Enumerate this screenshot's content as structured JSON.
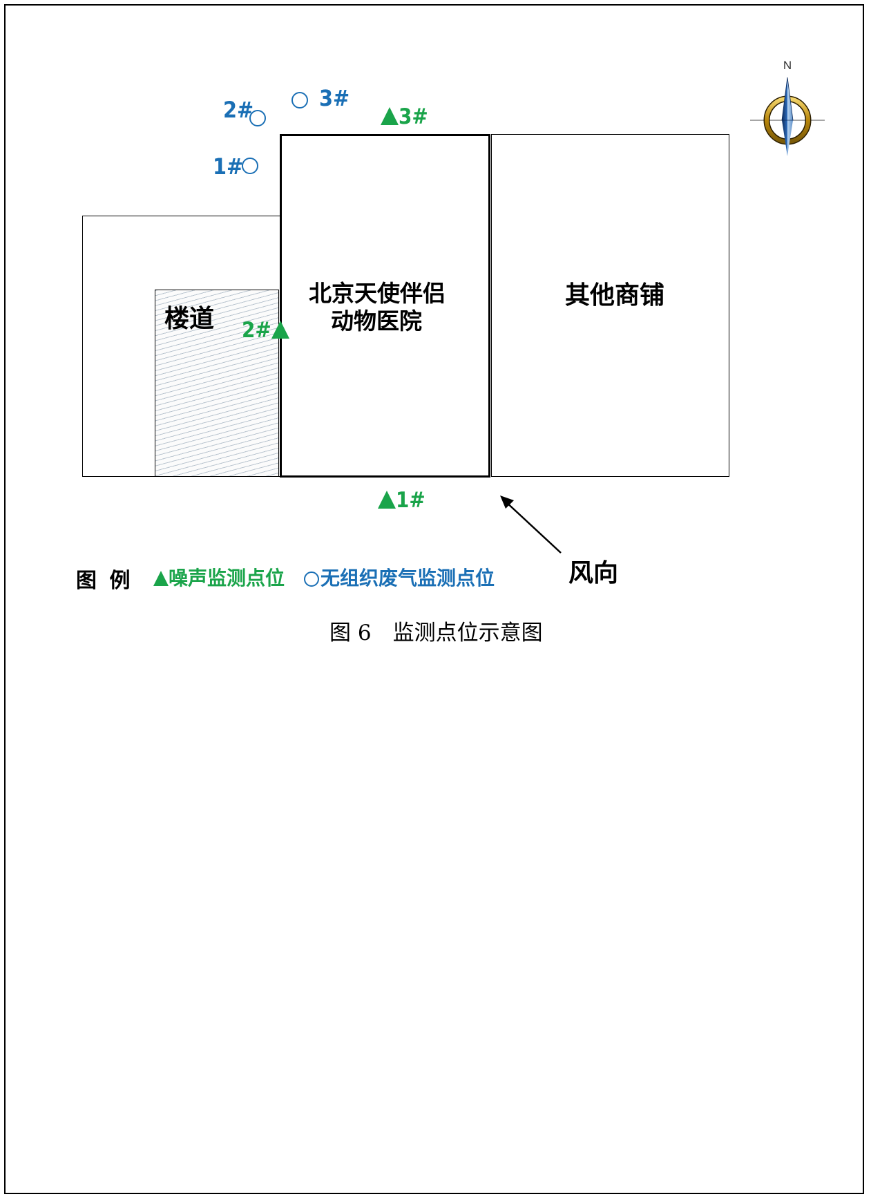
{
  "buildings": {
    "hospital": "北京天使伴侣\n动物医院",
    "hospital_line1": "北京天使伴侣",
    "hospital_line2": "动物医院",
    "shops": "其他商铺",
    "stairs": "楼道"
  },
  "noise_points": [
    {
      "label": "3#"
    },
    {
      "label": "2#"
    },
    {
      "label": "1#"
    }
  ],
  "air_points": [
    {
      "label": "1#"
    },
    {
      "label": "2#"
    },
    {
      "label": "3#"
    }
  ],
  "compass": {
    "north_label": "N"
  },
  "wind": {
    "label": "风向"
  },
  "legend": {
    "title": "图 例",
    "noise_label": "噪声监测点位",
    "air_label": "无组织废气监测点位"
  },
  "caption": "图 6　监测点位示意图",
  "colors": {
    "noise": "#1aa44a",
    "air": "#1a6fb5",
    "outline": "#000000"
  }
}
